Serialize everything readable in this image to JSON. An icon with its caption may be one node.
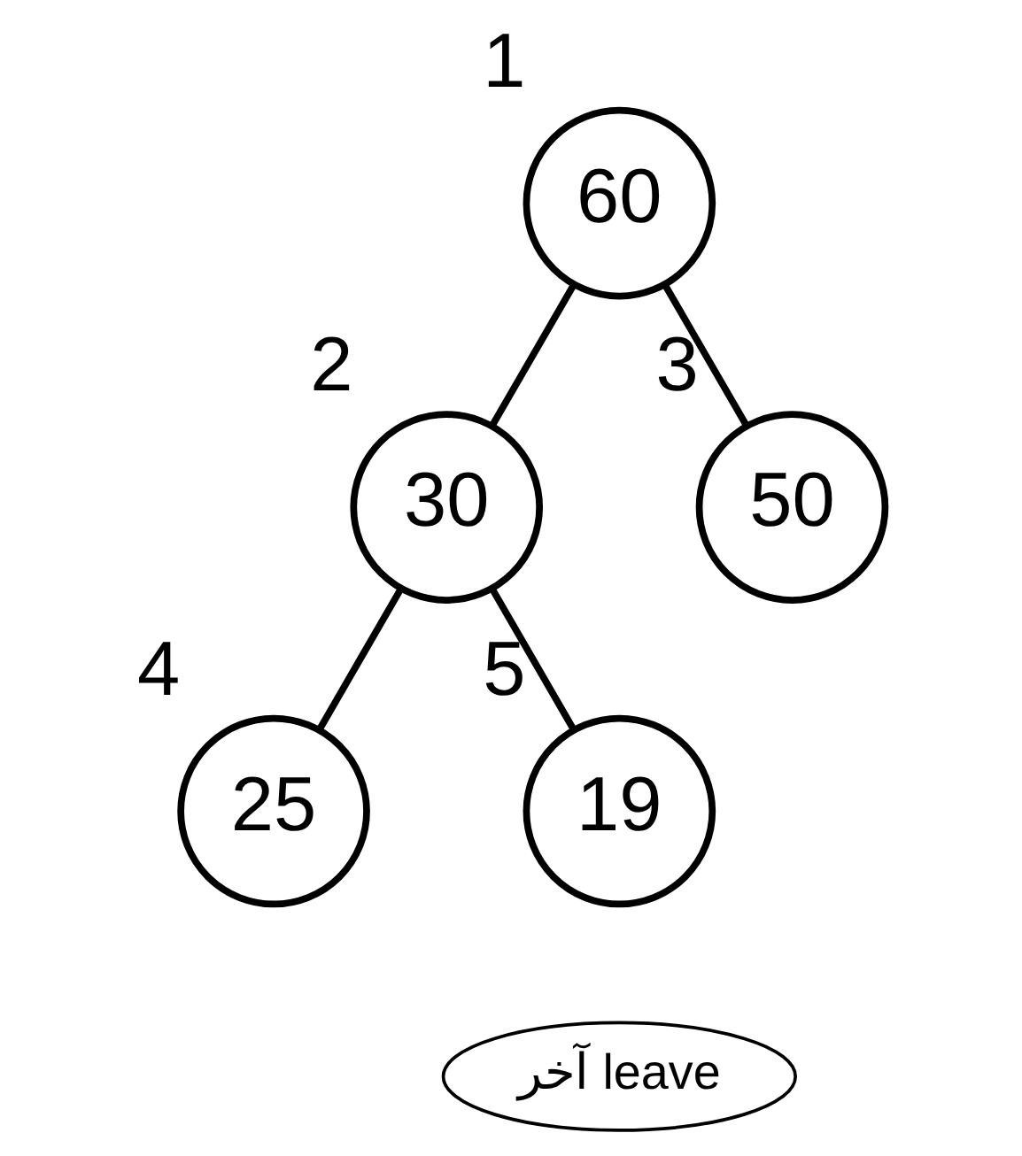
{
  "diagram": {
    "nodes": [
      {
        "text": [
          "60"
        ],
        "beside": [
          "1"
        ]
      },
      {
        "text": [
          "30"
        ],
        "beside": [
          "2"
        ]
      },
      {
        "text": [
          "50"
        ],
        "beside": [
          "3"
        ]
      },
      {
        "text": [
          "25"
        ],
        "beside": [
          "4"
        ]
      },
      {
        "text": [
          "19"
        ],
        "beside": [
          "5"
        ]
      },
      {
        "text": [
          "آخر leave"
        ]
      }
    ],
    "edges": [
      {
        "from": 0,
        "to": 1,
        "arrow": "none"
      },
      {
        "from": 0,
        "to": 2,
        "arrow": "none"
      },
      {
        "from": 1,
        "to": 3,
        "arrow": "none"
      },
      {
        "from": 1,
        "to": 4,
        "arrow": "none"
      }
    ]
  }
}
